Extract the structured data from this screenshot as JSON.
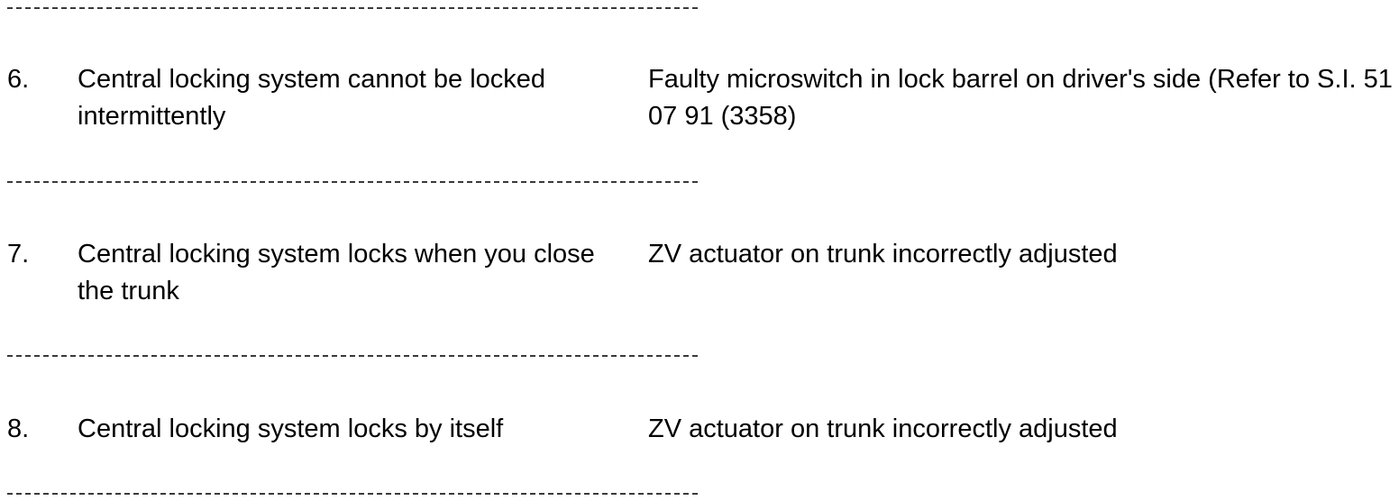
{
  "entries": [
    {
      "number": "6.",
      "symptom": "Central locking system cannot be locked intermittently",
      "cause": "Faulty microswitch in lock barrel on driver's side (Refer to S.I. 51 07 91 (3358)"
    },
    {
      "number": "7.",
      "symptom": "Central locking system locks when you close the trunk",
      "cause": "ZV actuator on trunk incorrectly adjusted"
    },
    {
      "number": "8.",
      "symptom": "Central locking system locks by itself",
      "cause": "ZV actuator on trunk incorrectly adjusted"
    }
  ]
}
